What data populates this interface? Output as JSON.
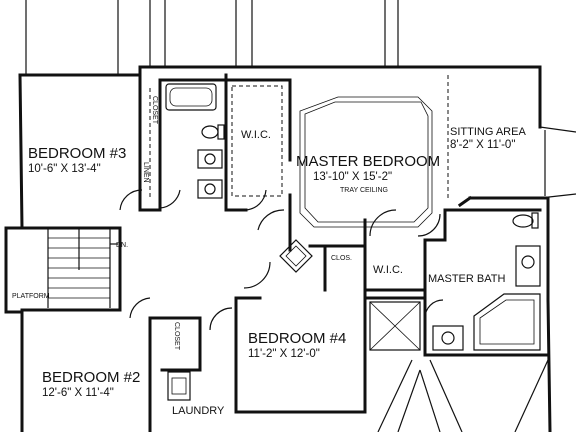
{
  "rooms": {
    "bedroom3": {
      "name": "BEDROOM #3",
      "dims": "10'-6\" X 13'-4\""
    },
    "master_bedroom": {
      "name": "MASTER BEDROOM",
      "dims": "13'-10\" X 15'-2\"",
      "note": "TRAY CEILING"
    },
    "sitting_area": {
      "name": "SITTING AREA",
      "dims": "8'-2\" X 11'-0\""
    },
    "bedroom2": {
      "name": "BEDROOM #2",
      "dims": "12'-6\" X 11'-4\""
    },
    "bedroom4": {
      "name": "BEDROOM #4",
      "dims": "11'-2\" X 12'-0\""
    },
    "master_bath": {
      "name": "MASTER BATH"
    }
  },
  "labels": {
    "wic_master": "W.I.C.",
    "wic_bath": "W.I.C.",
    "closet_bed3": "CLOSET",
    "closet_bed2": "CLOSET",
    "linen": "LINEN",
    "clos": "CLOS.",
    "dn": "DN.",
    "platform": "PLATFORM",
    "laundry": "LAUNDRY"
  }
}
